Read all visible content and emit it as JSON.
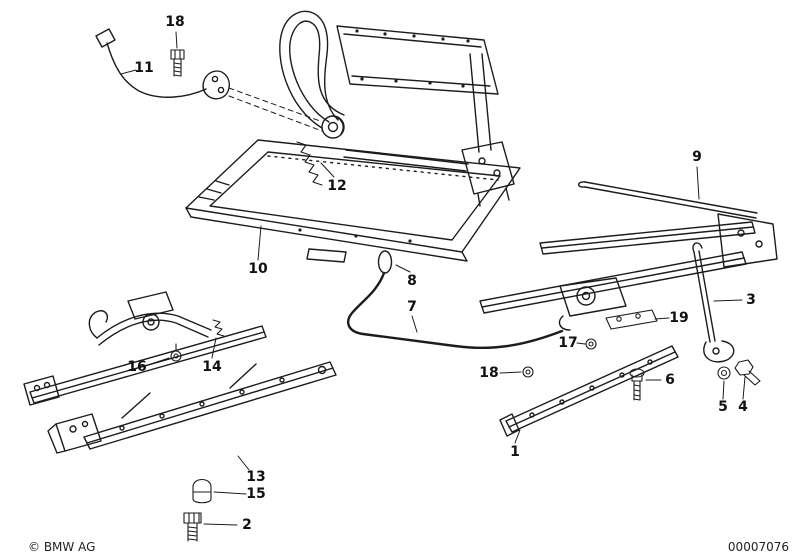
{
  "colors": {
    "ink": "#1c1c1c",
    "background": "#ffffff"
  },
  "footer": {
    "copyright": "© BMW AG",
    "diagram_number": "00007076"
  },
  "callouts": [
    {
      "id": "callout-18-top",
      "label": "18"
    },
    {
      "id": "callout-11",
      "label": "11"
    },
    {
      "id": "callout-12",
      "label": "12"
    },
    {
      "id": "callout-9",
      "label": "9"
    },
    {
      "id": "callout-10",
      "label": "10"
    },
    {
      "id": "callout-8",
      "label": "8"
    },
    {
      "id": "callout-7",
      "label": "7"
    },
    {
      "id": "callout-3",
      "label": "3"
    },
    {
      "id": "callout-19",
      "label": "19"
    },
    {
      "id": "callout-17",
      "label": "17"
    },
    {
      "id": "callout-16",
      "label": "16"
    },
    {
      "id": "callout-14",
      "label": "14"
    },
    {
      "id": "callout-18-lower",
      "label": "18"
    },
    {
      "id": "callout-6",
      "label": "6"
    },
    {
      "id": "callout-5",
      "label": "5"
    },
    {
      "id": "callout-4",
      "label": "4"
    },
    {
      "id": "callout-1",
      "label": "1"
    },
    {
      "id": "callout-13",
      "label": "13"
    },
    {
      "id": "callout-15",
      "label": "15"
    },
    {
      "id": "callout-2",
      "label": "2"
    }
  ]
}
